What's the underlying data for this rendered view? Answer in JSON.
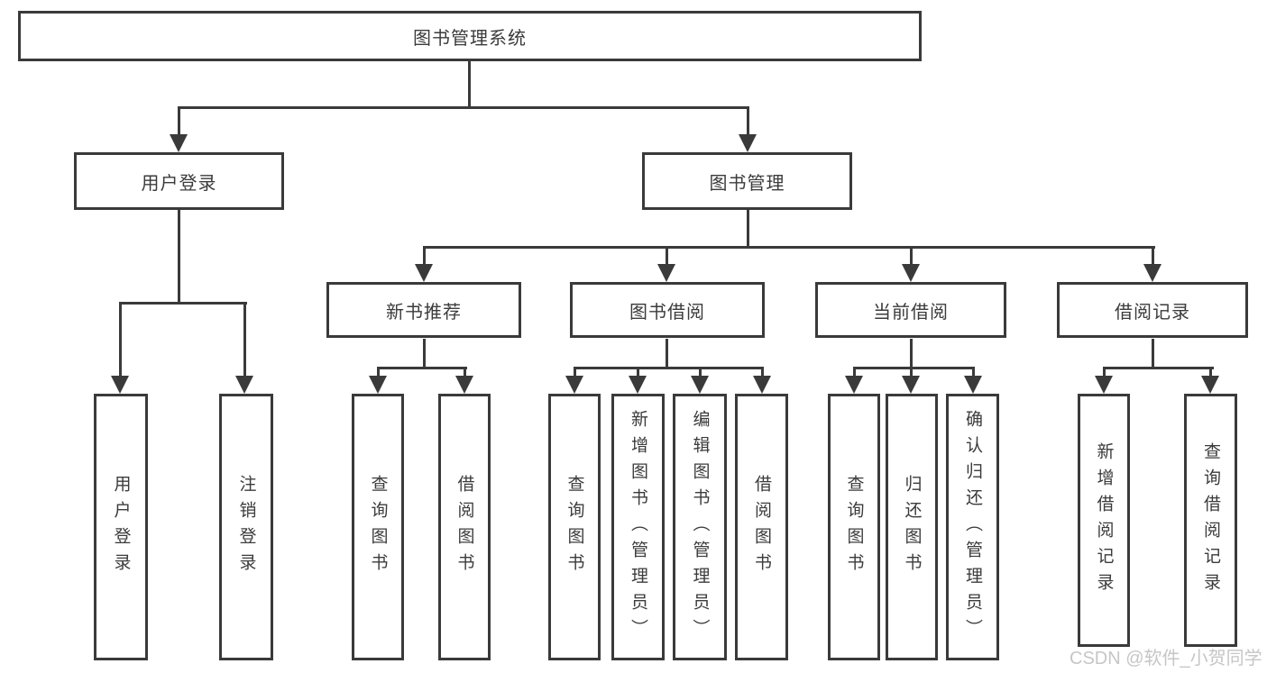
{
  "nodes": {
    "root": "图书管理系统",
    "user_login": "用户登录",
    "book_mgmt": "图书管理",
    "new_book_rec": "新书推荐",
    "book_borrow": "图书借阅",
    "current_borrow": "当前借阅",
    "borrow_records": "借阅记录",
    "ul_login": "用户登录",
    "ul_logout": "注销登录",
    "rec_query": "查询图书",
    "rec_borrow": "借阅图书",
    "bb_query": "查询图书",
    "bb_add": "新增图书（管理员）",
    "bb_edit": "编辑图书（管理员）",
    "bb_borrow": "借阅图书",
    "cb_query": "查询图书",
    "cb_return": "归还图书",
    "cb_confirm": "确认归还（管理员）",
    "br_add": "新增借阅记录",
    "br_query": "查询借阅记录"
  },
  "structure": {
    "root_children": [
      "用户登录",
      "图书管理"
    ],
    "user_login_children": [
      "用户登录",
      "注销登录"
    ],
    "book_mgmt_children": [
      "新书推荐",
      "图书借阅",
      "当前借阅",
      "借阅记录"
    ],
    "new_book_rec_children": [
      "查询图书",
      "借阅图书"
    ],
    "book_borrow_children": [
      "查询图书",
      "新增图书（管理员）",
      "编辑图书（管理员）",
      "借阅图书"
    ],
    "current_borrow_children": [
      "查询图书",
      "归还图书",
      "确认归还（管理员）"
    ],
    "borrow_records_children": [
      "新增借阅记录",
      "查询借阅记录"
    ]
  },
  "watermark": "CSDN @软件_小贺同学",
  "colors": {
    "line": "#3a3a3a",
    "text": "#3b3b3b",
    "background": "#ffffff",
    "watermark": "#c6c6c6"
  }
}
